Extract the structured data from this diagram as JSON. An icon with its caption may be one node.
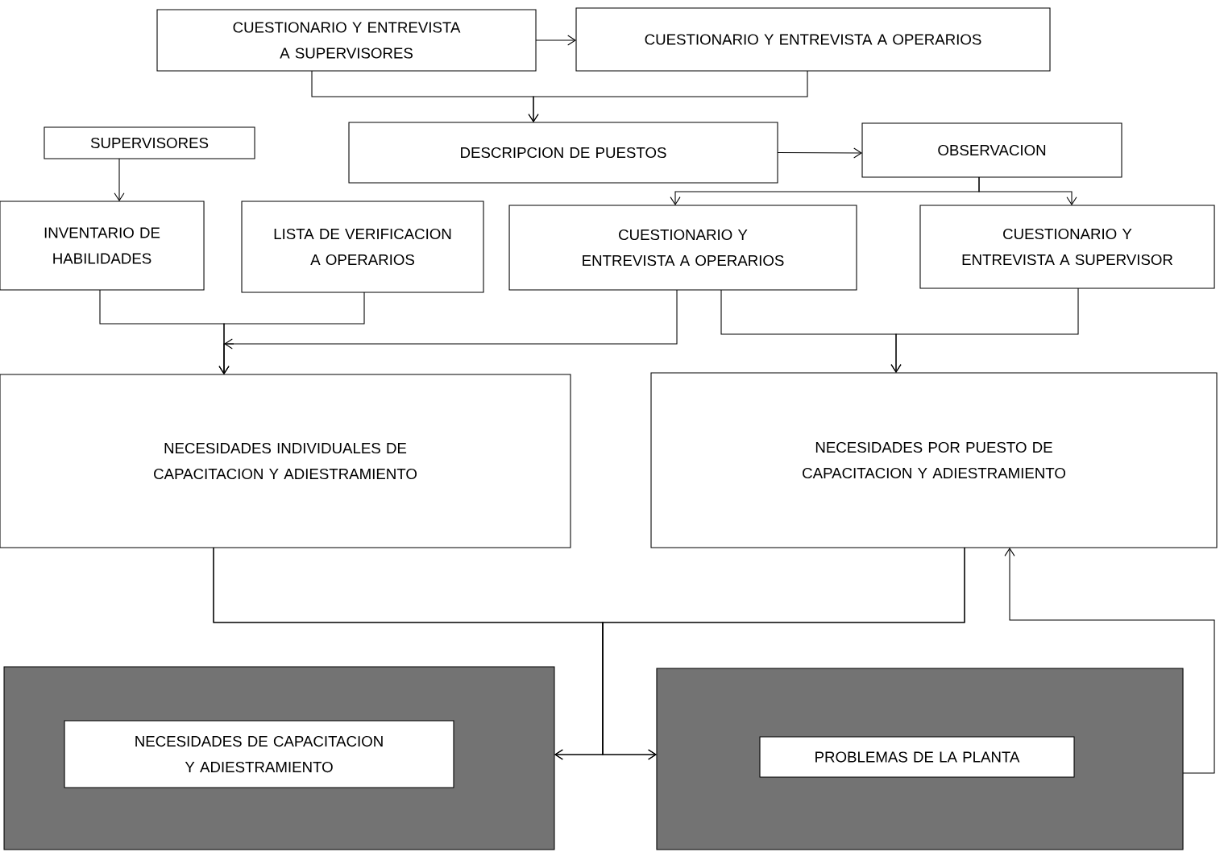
{
  "diagram": {
    "nodes": [
      {
        "text": [
          "CUESTIONARIO Y ENTREVISTA A SUPERVISORES"
        ]
      },
      {
        "text": [
          "CUESTIONARIO Y ENTREVISTA A OPERARIOS"
        ]
      },
      {
        "text": [
          "DESCRIPCION DE PUESTOS"
        ]
      },
      {
        "text": [
          "SUPERVISORES"
        ]
      },
      {
        "text": [
          "OBSERVACION"
        ]
      },
      {
        "text": [
          "INVENTARIO DE HABILIDADES"
        ]
      },
      {
        "text": [
          "LISTA DE VERIFICACION A OPERARIOS"
        ]
      },
      {
        "text": [
          "CUESTIONARIO Y ENTREVISTA A OPERARIOS"
        ]
      },
      {
        "text": [
          "CUESTIONARIO Y ENTREVISTA A SUPERVISOR"
        ]
      },
      {
        "text": [
          "NECESIDADES INDIVIDUALES DE CAPACITACION Y ADIESTRAMIENTO"
        ]
      },
      {
        "text": [
          "NECESIDADES POR PUESTO DE CAPACITACION Y ADIESTRAMIENTO"
        ]
      },
      {
        "text": [],
        "shape": "box"
      },
      {
        "text": [
          "NECESIDADES DE CAPACITACION Y ADIESTRAMIENTO"
        ],
        "in": 11
      },
      {
        "text": [],
        "shape": "box"
      },
      {
        "text": [
          "PROBLEMAS DE LA PLANTA"
        ],
        "in": 13
      }
    ],
    "edges": [
      {
        "from": 0,
        "to": 1,
        "arrow": "to"
      },
      {
        "from": 0,
        "to": 2,
        "arrow": "to"
      },
      {
        "from": 1,
        "to": 2,
        "arrow": "to"
      },
      {
        "from": 3,
        "to": 5,
        "arrow": "to"
      },
      {
        "from": 2,
        "to": 4,
        "arrow": "to"
      },
      {
        "from": 4,
        "to": 7,
        "arrow": "to"
      },
      {
        "from": 4,
        "to": 8,
        "arrow": "to"
      },
      {
        "from": 5,
        "to": 9,
        "arrow": "to"
      },
      {
        "from": 6,
        "to": 9,
        "arrow": "to"
      },
      {
        "from": 7,
        "to": 9,
        "arrow": "to"
      },
      {
        "from": 7,
        "to": 10,
        "arrow": "to"
      },
      {
        "from": 8,
        "to": 10,
        "arrow": "to"
      },
      {
        "from": 9,
        "to": 11,
        "arrow": "to"
      },
      {
        "from": 9,
        "to": 13,
        "arrow": "to"
      },
      {
        "from": 10,
        "to": 11,
        "arrow": "to"
      },
      {
        "from": 10,
        "to": 13,
        "arrow": "to"
      },
      {
        "from": 13,
        "to": 10,
        "arrow": "to"
      }
    ]
  }
}
